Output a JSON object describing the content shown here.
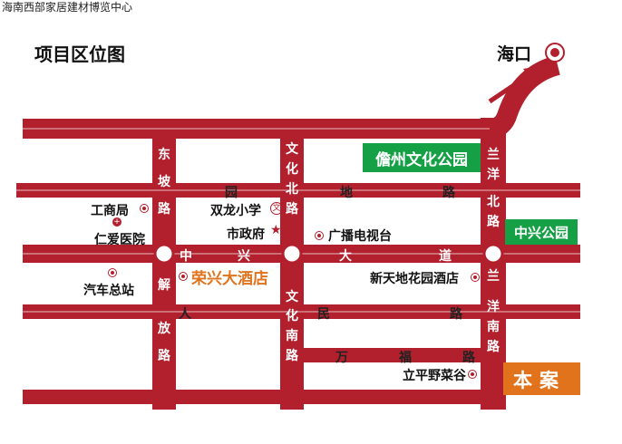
{
  "caption": "海南西部家居建材博览中心",
  "map_title": "项目区位图",
  "haikou_label": "海口",
  "parks": {
    "danzhou": "儋州文化公园",
    "zhongxing": "中兴公园"
  },
  "project_label": "本案",
  "roads": {
    "dongpo": [
      "东",
      "坡",
      "路"
    ],
    "jiefang": [
      "解",
      "放",
      "路"
    ],
    "wenhua_north": [
      "文",
      "化",
      "北",
      "路"
    ],
    "wenhua_south": [
      "文",
      "化",
      "南",
      "路"
    ],
    "lanyang_north": [
      "兰",
      "洋",
      "北",
      "路"
    ],
    "lanyang_south": [
      "兰",
      "洋",
      "南",
      "路"
    ],
    "yuandi": [
      "园",
      "地",
      "路"
    ],
    "zhongxing": [
      "中",
      "兴",
      "大",
      "道"
    ],
    "renmin": [
      "人",
      "民",
      "路"
    ],
    "wanfu": [
      "万",
      "福",
      "路"
    ]
  },
  "pois": {
    "gongshang": "工商局",
    "renai": "仁爱医院",
    "qiche": "汽车总站",
    "shuanglong": "双龙小学",
    "shizhengfu": "市政府",
    "guangbo": "广播电视台",
    "rongxing": "荣兴大酒店",
    "xintiandi": "新天地花园酒店",
    "liping": "立平野菜谷"
  },
  "colors": {
    "road": "#b21f2d",
    "road_edge": "#ffffff",
    "park": "#16a046",
    "project": "#e0731b",
    "orange_text": "#e0731b"
  }
}
